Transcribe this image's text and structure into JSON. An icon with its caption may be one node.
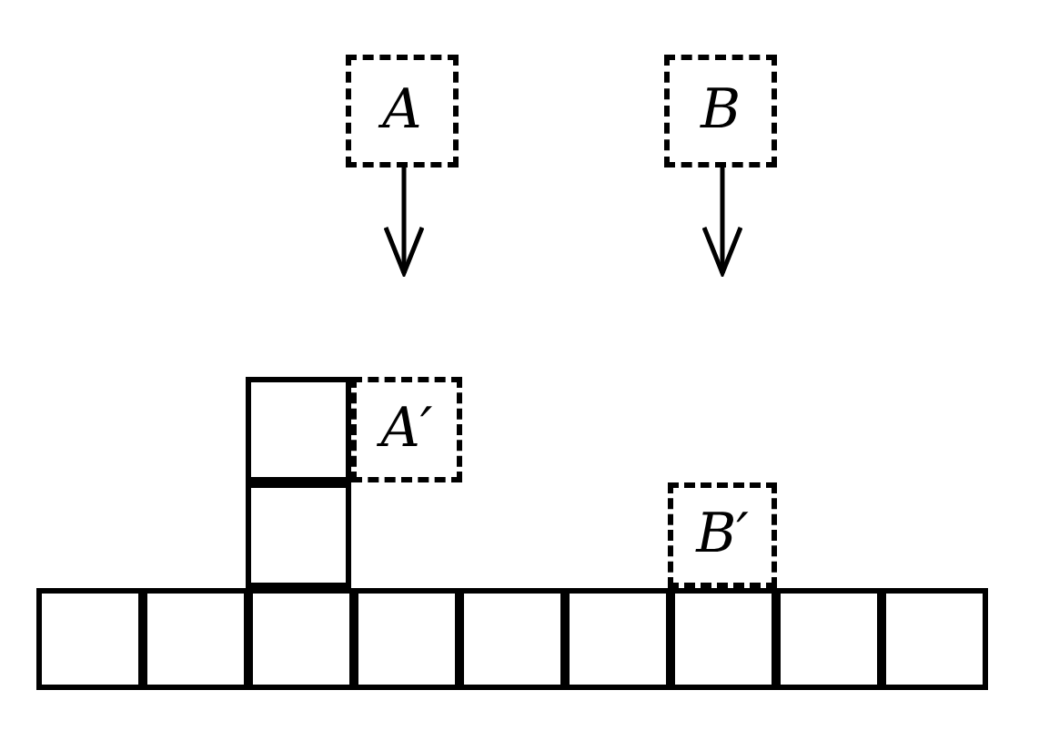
{
  "diagram": {
    "nodes": [
      {
        "text": [
          "A"
        ]
      },
      {
        "text": [
          "B"
        ]
      },
      {
        "text": [],
        "shape": "box"
      },
      {
        "text": [
          "A′"
        ]
      },
      {
        "text": [],
        "shape": "box"
      },
      {
        "text": [
          "B′"
        ]
      },
      {
        "text": [],
        "shape": "box"
      },
      {
        "text": [],
        "shape": "box"
      },
      {
        "text": [],
        "shape": "box"
      },
      {
        "text": [],
        "shape": "box"
      },
      {
        "text": [],
        "shape": "box"
      },
      {
        "text": [],
        "shape": "box"
      },
      {
        "text": [],
        "shape": "box"
      },
      {
        "text": [],
        "shape": "box"
      },
      {
        "text": [],
        "shape": "box"
      }
    ],
    "edges": [
      {
        "from": 0,
        "to": null,
        "arrow": "to"
      },
      {
        "from": 1,
        "to": null,
        "arrow": "to"
      }
    ]
  }
}
